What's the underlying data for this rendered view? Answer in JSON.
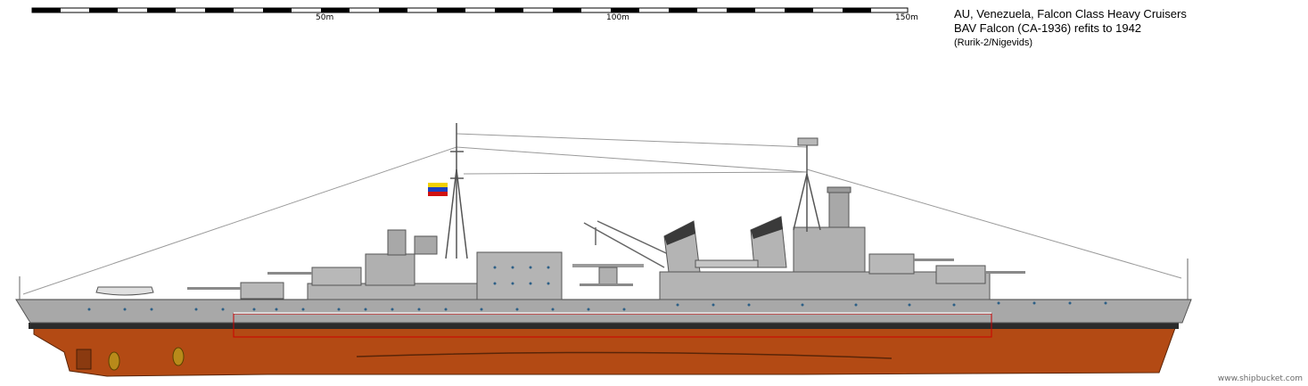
{
  "scale": {
    "labels": [
      "50m",
      "100m",
      "150m"
    ]
  },
  "title": {
    "line1": "AU, Venezuela, Falcon Class Heavy Cruisers",
    "line2": "BAV Falcon (CA-1936) refits to 1942",
    "line3": "(Rurik-2/Nigevids)"
  },
  "credit": "www.shipbucket.com",
  "colors": {
    "hull_upper": "#a8a8a8",
    "hull_lower": "#b34a14",
    "boot_top": "#2b2b2b",
    "superstructure": "#b4b4b4",
    "flag_yellow": "#f2d000",
    "flag_blue": "#1c3fbf",
    "flag_red": "#d01010",
    "armor_outline": "#cc0000"
  }
}
